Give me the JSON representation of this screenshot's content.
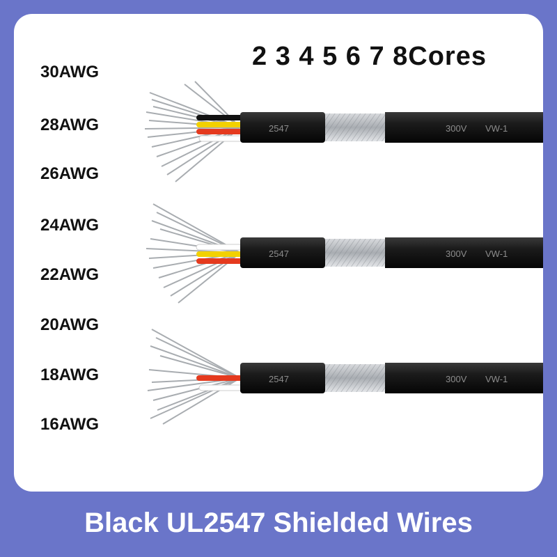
{
  "header": {
    "cores_label": "2 3 4 5 6 7 8Cores"
  },
  "awg_sizes": [
    "30AWG",
    "28AWG",
    "26AWG",
    "24AWG",
    "22AWG",
    "20AWG",
    "18AWG",
    "16AWG"
  ],
  "cables": [
    {
      "print_code": "2547",
      "print_voltage": "300V",
      "print_rating": "VW-1",
      "core_colors": [
        "#111111",
        "#f2d100",
        "#e53a1e",
        "#ffffff"
      ]
    },
    {
      "print_code": "2547",
      "print_voltage": "300V",
      "print_rating": "VW-1",
      "core_colors": [
        "#ffffff",
        "#f2d100",
        "#e53a1e"
      ]
    },
    {
      "print_code": "2547",
      "print_voltage": "300V",
      "print_rating": "VW-1",
      "core_colors": [
        "#e53a1e",
        "#ffffff"
      ]
    }
  ],
  "colors": {
    "background": "#6a75c9",
    "panel": "#ffffff",
    "jacket": "#1c1c1c",
    "shield": "#b9bcc0"
  },
  "footer": {
    "title": "Black UL2547 Shielded Wires"
  }
}
